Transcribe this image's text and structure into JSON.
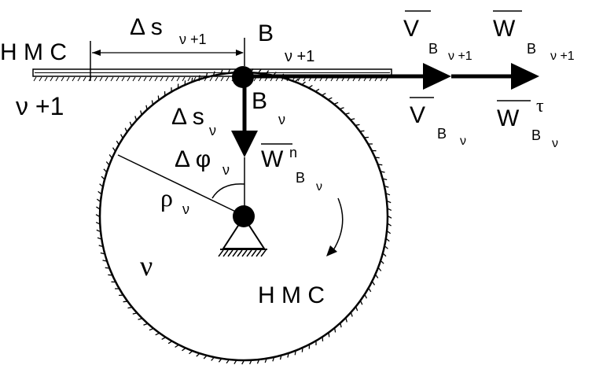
{
  "labels": {
    "hmc_top": "H M C",
    "nu_plus_1": "ν +1",
    "delta_s_nu_plus_1_main": "Δ s",
    "delta_s_nu_plus_1_sub": "ν +1",
    "b_nu_plus_1_main": "B",
    "b_nu_plus_1_sub": "ν +1",
    "v_b_nu_plus_1_main": "V",
    "v_b_nu_plus_1_sub1": "B",
    "v_b_nu_plus_1_sub2": "ν +1",
    "w_b_nu_plus_1_main": "W",
    "w_b_nu_plus_1_sub1": "B",
    "w_b_nu_plus_1_sub2": "ν +1",
    "v_b_nu_main": "V",
    "v_b_nu_sub1": "B",
    "v_b_nu_sub2": "ν",
    "w_b_tau_main": "W",
    "w_b_tau_sup": "τ",
    "w_b_tau_sub1": "B",
    "w_b_tau_sub2": "ν",
    "b_nu_main": "B",
    "b_nu_sub": "ν",
    "delta_s_nu_main": "Δ s",
    "delta_s_nu_sub": "ν",
    "delta_phi_main": "Δ φ",
    "delta_phi_sub": "ν",
    "w_b_n_main": "W",
    "w_b_n_sup": "n",
    "w_b_n_sub1": "B",
    "w_b_n_sub2": "ν",
    "rho_main": "ρ",
    "rho_sub": "ν",
    "nu_wheel": "ν",
    "hmc_bottom": "H M C"
  },
  "colors": {
    "ink": "#000000",
    "background": "#ffffff"
  },
  "icons": {
    "pivot": "fixed-pin-support-icon",
    "rotation": "curved-arrow-icon"
  }
}
